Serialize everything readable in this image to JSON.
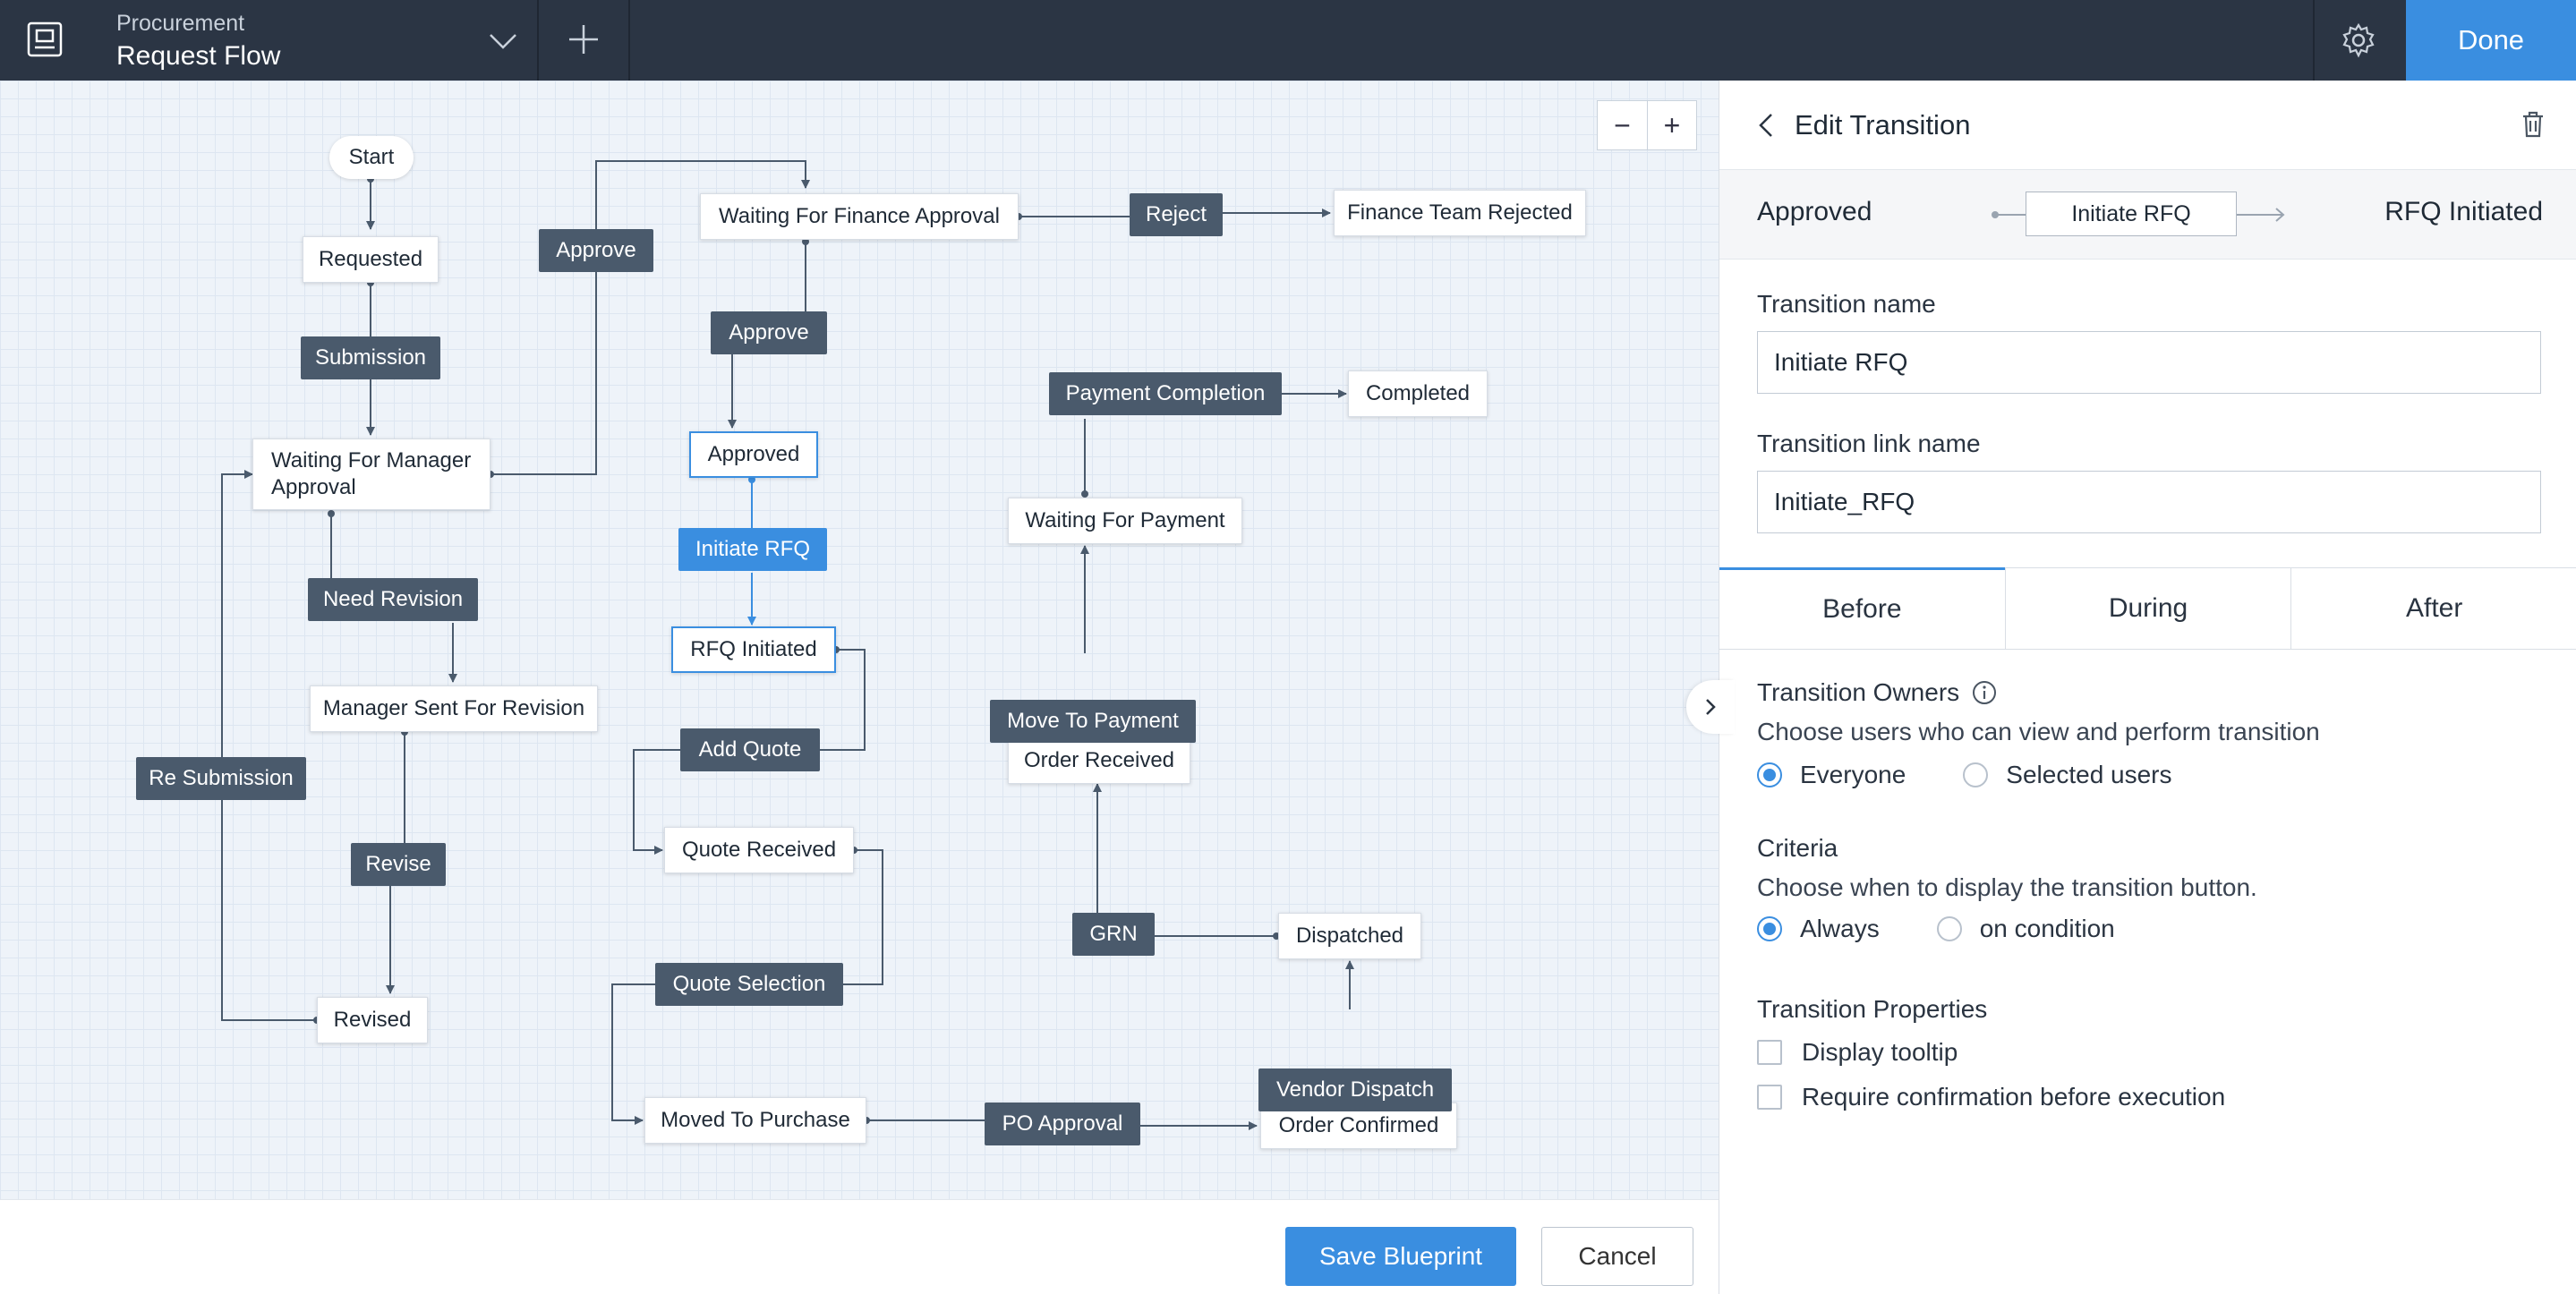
{
  "topbar": {
    "context": "Procurement",
    "title": "Request Flow",
    "done_label": "Done"
  },
  "canvas": {
    "zoom_out": "−",
    "zoom_in": "+",
    "states": {
      "start": "Start",
      "requested": "Requested",
      "waiting_manager": "Waiting For Manager Approval",
      "manager_sent_revision": "Manager Sent For Revision",
      "revised": "Revised",
      "waiting_finance": "Waiting For Finance Approval",
      "finance_rejected": "Finance Team Rejected",
      "approved": "Approved",
      "rfq_initiated": "RFQ Initiated",
      "quote_received": "Quote Received",
      "moved_to_purchase": "Moved To Purchase",
      "order_confirmed": "Order Confirmed",
      "dispatched": "Dispatched",
      "order_received": "Order Received",
      "waiting_payment": "Waiting For Payment",
      "completed": "Completed"
    },
    "transitions": {
      "submission": "Submission",
      "approve_manager": "Approve",
      "need_revision": "Need Revision",
      "re_submission": "Re Submission",
      "revise": "Revise",
      "reject": "Reject",
      "approve_finance": "Approve",
      "initiate_rfq": "Initiate RFQ",
      "add_quote": "Add Quote",
      "quote_selection": "Quote Selection",
      "po_approval": "PO Approval",
      "vendor_dispatch": "Vendor Dispatch",
      "grn": "GRN",
      "move_to_payment": "Move To Payment",
      "payment_completion": "Payment Completion"
    }
  },
  "bottombar": {
    "save_label": "Save Blueprint",
    "cancel_label": "Cancel"
  },
  "panel": {
    "title": "Edit Transition",
    "from_state": "Approved",
    "transition_chip": "Initiate RFQ",
    "to_state": "RFQ Initiated",
    "transition_name_label": "Transition name",
    "transition_name_value": "Initiate RFQ",
    "transition_link_label": "Transition link name",
    "transition_link_value": "Initiate_RFQ",
    "tabs": [
      {
        "label": "Before",
        "active": true
      },
      {
        "label": "During",
        "active": false
      },
      {
        "label": "After",
        "active": false
      }
    ],
    "owners_title": "Transition Owners",
    "owners_desc": "Choose users who can view and perform transition",
    "owners_options": [
      "Everyone",
      "Selected users"
    ],
    "owners_selected": "Everyone",
    "criteria_title": "Criteria",
    "criteria_desc": "Choose when to display the transition button.",
    "criteria_options": [
      "Always",
      "on condition"
    ],
    "criteria_selected": "Always",
    "properties_title": "Transition Properties",
    "properties": [
      "Display tooltip",
      "Require confirmation before execution"
    ]
  },
  "colors": {
    "topbar_bg": "#2b3544",
    "accent": "#3a8ee0",
    "transition_bg": "#4a5a6c"
  }
}
